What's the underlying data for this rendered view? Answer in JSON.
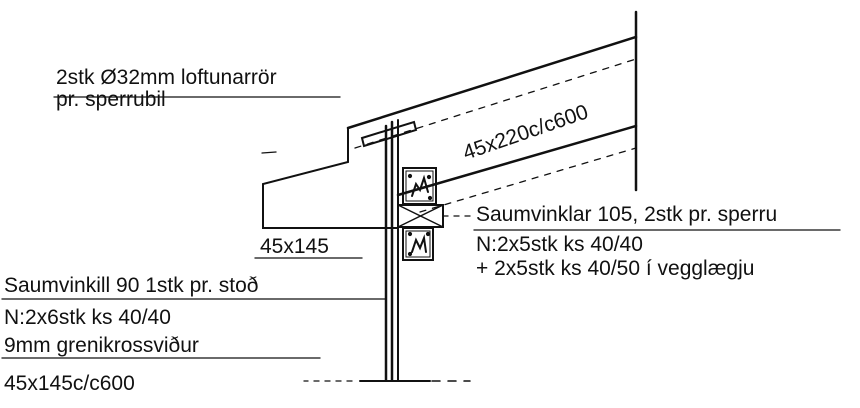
{
  "labels": {
    "vent_line1": "2stk Ø32mm loftunarrör",
    "vent_line2": "pr. sperrubil",
    "rafter": "45x220c/c600",
    "bracket_line1": "Saumvinklar 105, 2stk pr. sperru",
    "bracket_line2": "N:2x5stk ks 40/40",
    "bracket_line3": "+ 2x5stk ks 40/50 í vegglægju",
    "plate": "45x145",
    "stud_bracket_line1": "Saumvinkill 90 1stk pr. stoð",
    "stud_bracket_line2": "N:2x6stk ks 40/40",
    "sheathing": "9mm grenikrossviður",
    "studs": "45x145c/c600"
  }
}
